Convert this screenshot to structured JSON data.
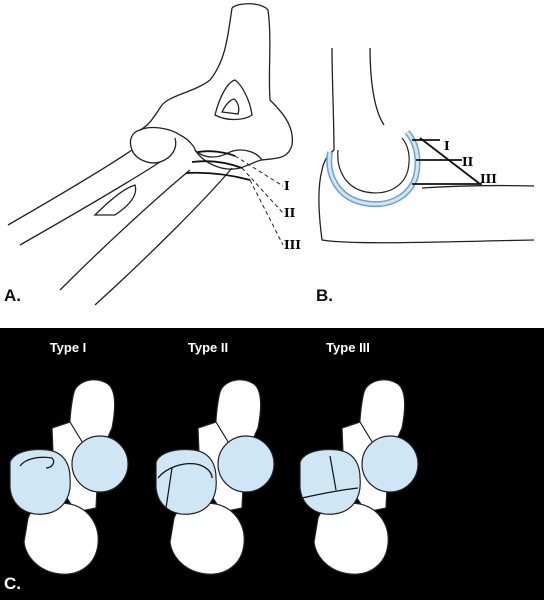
{
  "panels": {
    "a": {
      "label": "A.",
      "levels": [
        "I",
        "II",
        "III"
      ]
    },
    "b": {
      "label": "B.",
      "levels": [
        "I",
        "II",
        "III"
      ]
    },
    "c": {
      "label": "C.",
      "types": [
        "Type I",
        "Type II",
        "Type III"
      ]
    }
  },
  "colors": {
    "bone_line": "#222222",
    "cartilage_blue": "#cfe6f5",
    "cartilage_stroke": "#6fa3c8",
    "panel_c_background": "#000000"
  }
}
